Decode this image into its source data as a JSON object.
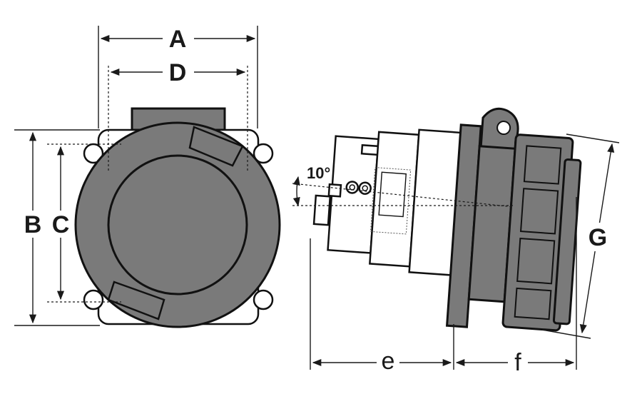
{
  "labels": {
    "A": "A",
    "D": "D",
    "B": "B",
    "C": "C",
    "angle": "10°",
    "G": "G",
    "e": "e",
    "f": "f"
  },
  "colors": {
    "body": "#7a7a7a",
    "outline": "#111111",
    "background": "#ffffff"
  }
}
